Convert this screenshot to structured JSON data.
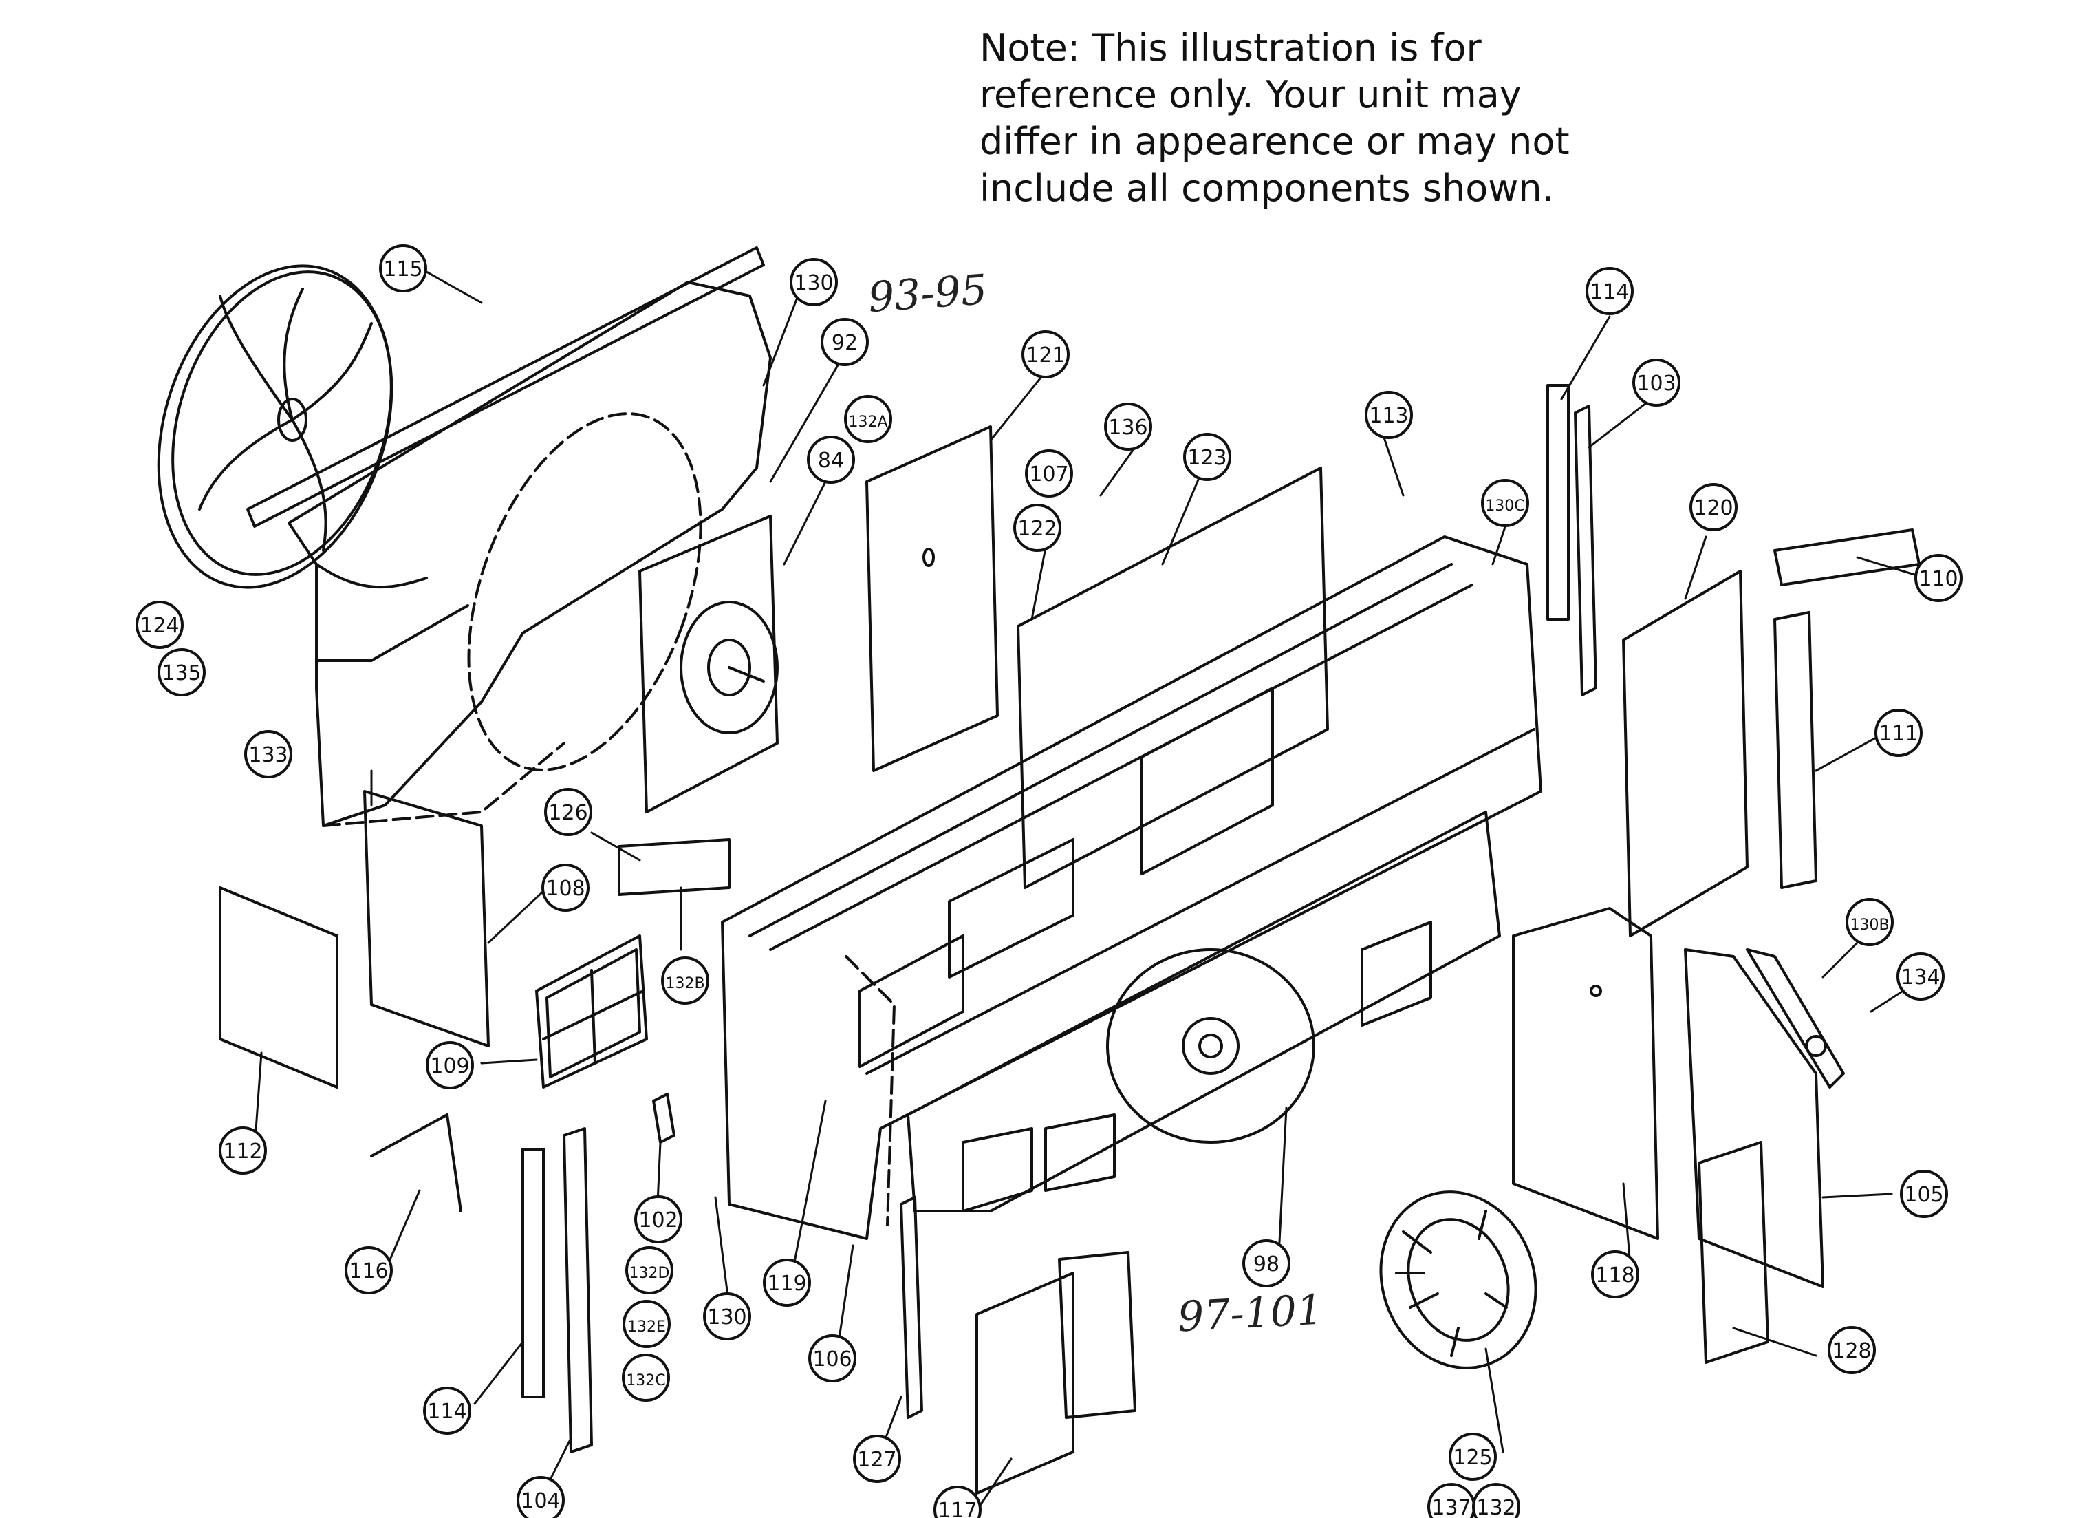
{
  "note": {
    "lines": [
      "Note: This illustration is for",
      "reference only. Your unit may",
      "differ in appearence or may not",
      "include all components shown."
    ]
  },
  "handwritten": {
    "range_a": "93-95",
    "range_b": "97-101"
  },
  "callouts": [
    {
      "label": "115"
    },
    {
      "label": "130"
    },
    {
      "label": "92"
    },
    {
      "label": "132A"
    },
    {
      "label": "84"
    },
    {
      "label": "121"
    },
    {
      "label": "136"
    },
    {
      "label": "107"
    },
    {
      "label": "122"
    },
    {
      "label": "123"
    },
    {
      "label": "113"
    },
    {
      "label": "114"
    },
    {
      "label": "103"
    },
    {
      "label": "130C"
    },
    {
      "label": "120"
    },
    {
      "label": "110"
    },
    {
      "label": "111"
    },
    {
      "label": "124"
    },
    {
      "label": "135"
    },
    {
      "label": "133"
    },
    {
      "label": "126"
    },
    {
      "label": "108"
    },
    {
      "label": "132B"
    },
    {
      "label": "109"
    },
    {
      "label": "112"
    },
    {
      "label": "116"
    },
    {
      "label": "102"
    },
    {
      "label": "132D"
    },
    {
      "label": "132E"
    },
    {
      "label": "132C"
    },
    {
      "label": "130"
    },
    {
      "label": "119"
    },
    {
      "label": "106"
    },
    {
      "label": "114"
    },
    {
      "label": "104"
    },
    {
      "label": "127"
    },
    {
      "label": "117"
    },
    {
      "label": "98"
    },
    {
      "label": "125"
    },
    {
      "label": "137"
    },
    {
      "label": "132"
    },
    {
      "label": "118"
    },
    {
      "label": "105"
    },
    {
      "label": "128"
    },
    {
      "label": "130B"
    },
    {
      "label": "134"
    }
  ]
}
